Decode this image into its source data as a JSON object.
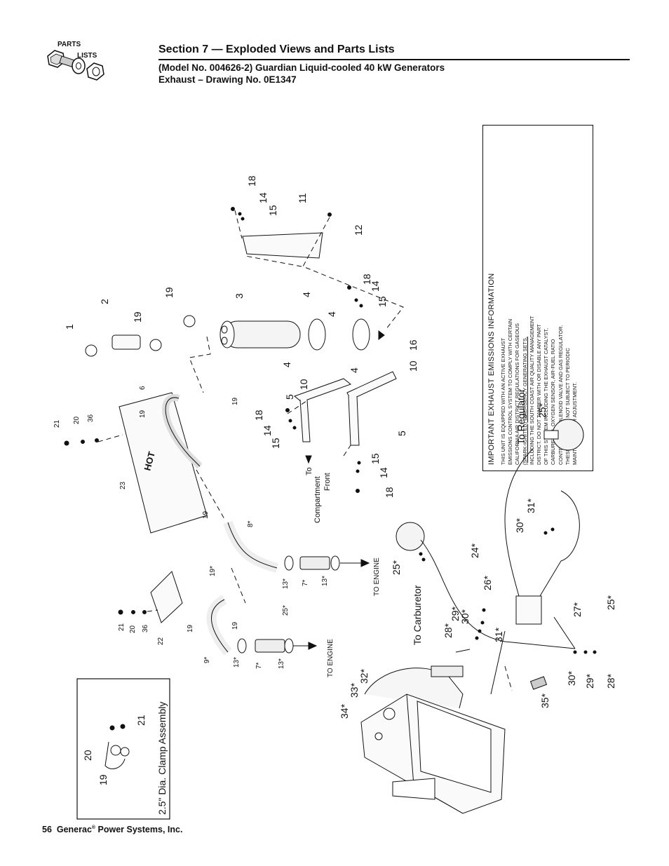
{
  "header": {
    "logo_top": "PARTS",
    "logo_bottom": "LISTS",
    "section_title": "Section 7 — Exploded Views and Parts Lists",
    "model_line": "(Model No. 004626-2) Guardian Liquid-cooled 40 kW Generators",
    "drawing_line": "Exhaust – Drawing No. 0E1347"
  },
  "notice": {
    "heading": "IMPORTANT EXHAUST EMISSIONS INFORMATION",
    "line1": "THIS UNIT IS EQUIPPED WITH AN ACTIVE EXHAUST",
    "line2": "EMISSIONS CONTROL SYSTEM TO COMPLY WITH CERTAIN",
    "line3": "CALIFORNIA AIR DISTRICT REGULATIONS FOR GASEOUS",
    "line4": "(SPARK-IGNITED) EMERGENCY GENERATING SETS,",
    "line5": "INCLUDING THE SOUTH COAST AIR QUALITY MANAGEMENT",
    "line6": "DISTRICT. DO NOT TAMPER WITH OR DISABLE ANY PART",
    "line7": "OF THIS SYSTEM INCLUDING THE EXHAUST CATALYST,",
    "line8": "CARBURETOR, OXYGEN SENSOR, AIR-FUEL RATIO",
    "line9": "CONTROLLER, SOLENOID VALVE AND GAS REGULATOR.",
    "line10": "THESE ITEMS ARE NOT SUBJECT TO PERIODIC",
    "line11": "MAINTENANCE OR ADJUSTMENT."
  },
  "inset": {
    "title": "2.5\" Dia. Clamp Assembly",
    "callout_19": "19",
    "callout_20": "20",
    "callout_21": "21"
  },
  "callouts": {
    "c1": "1",
    "c2": "2",
    "c3": "3",
    "c4a": "4",
    "c4b": "4",
    "c4c": "4",
    "c4d": "4",
    "c5a": "5",
    "c5b": "5",
    "c6": "6",
    "c8": "8*",
    "c9": "9*",
    "c10a": "10",
    "c10b": "10",
    "c11": "11",
    "c12": "12",
    "c13a": "13*",
    "c13b": "13*",
    "c13c": "13*",
    "c13d": "13*",
    "c7a": "7*",
    "c7b": "7*",
    "c14a": "14",
    "c14b": "14",
    "c14c": "14",
    "c14d": "14",
    "c15a": "15",
    "c15b": "15",
    "c15c": "15",
    "c15d": "15",
    "c16": "16",
    "c18a": "18",
    "c18b": "18",
    "c18c": "18",
    "c18d": "18",
    "c19a": "19",
    "c19b": "19",
    "c19c": "19",
    "c19d": "19",
    "c19e": "19",
    "c19f": "19*",
    "c19g": "19",
    "c19h": "19",
    "c20a": "20",
    "c20b": "20",
    "c21a": "21",
    "c21b": "21",
    "c22": "22",
    "c23": "23",
    "c36a": "36",
    "c36b": "36",
    "c24": "24*",
    "c25a": "25*",
    "c25b": "25*",
    "c25c": "25*",
    "c25d": "25*",
    "c26": "26*",
    "c27": "27*",
    "c28a": "28*",
    "c28b": "28*",
    "c29a": "29*",
    "c29b": "29*",
    "c30a": "30*",
    "c30b": "30*",
    "c30c": "30*",
    "c31a": "31*",
    "c31b": "31*",
    "c32": "32*",
    "c33": "33*",
    "c34": "34*",
    "c35": "35*"
  },
  "labels": {
    "to_regulator": "To Regulator",
    "to_carburetor": "To Carburetor",
    "to_engine_1": "TO ENGINE",
    "to_engine_2": "TO ENGINE",
    "to_word": "To",
    "compartment_word": "Compartment",
    "front_word": "Front",
    "hot": "HOT"
  },
  "footer": {
    "page_number": "56",
    "company": "Generac",
    "company_suffix": " Power Systems, Inc."
  }
}
